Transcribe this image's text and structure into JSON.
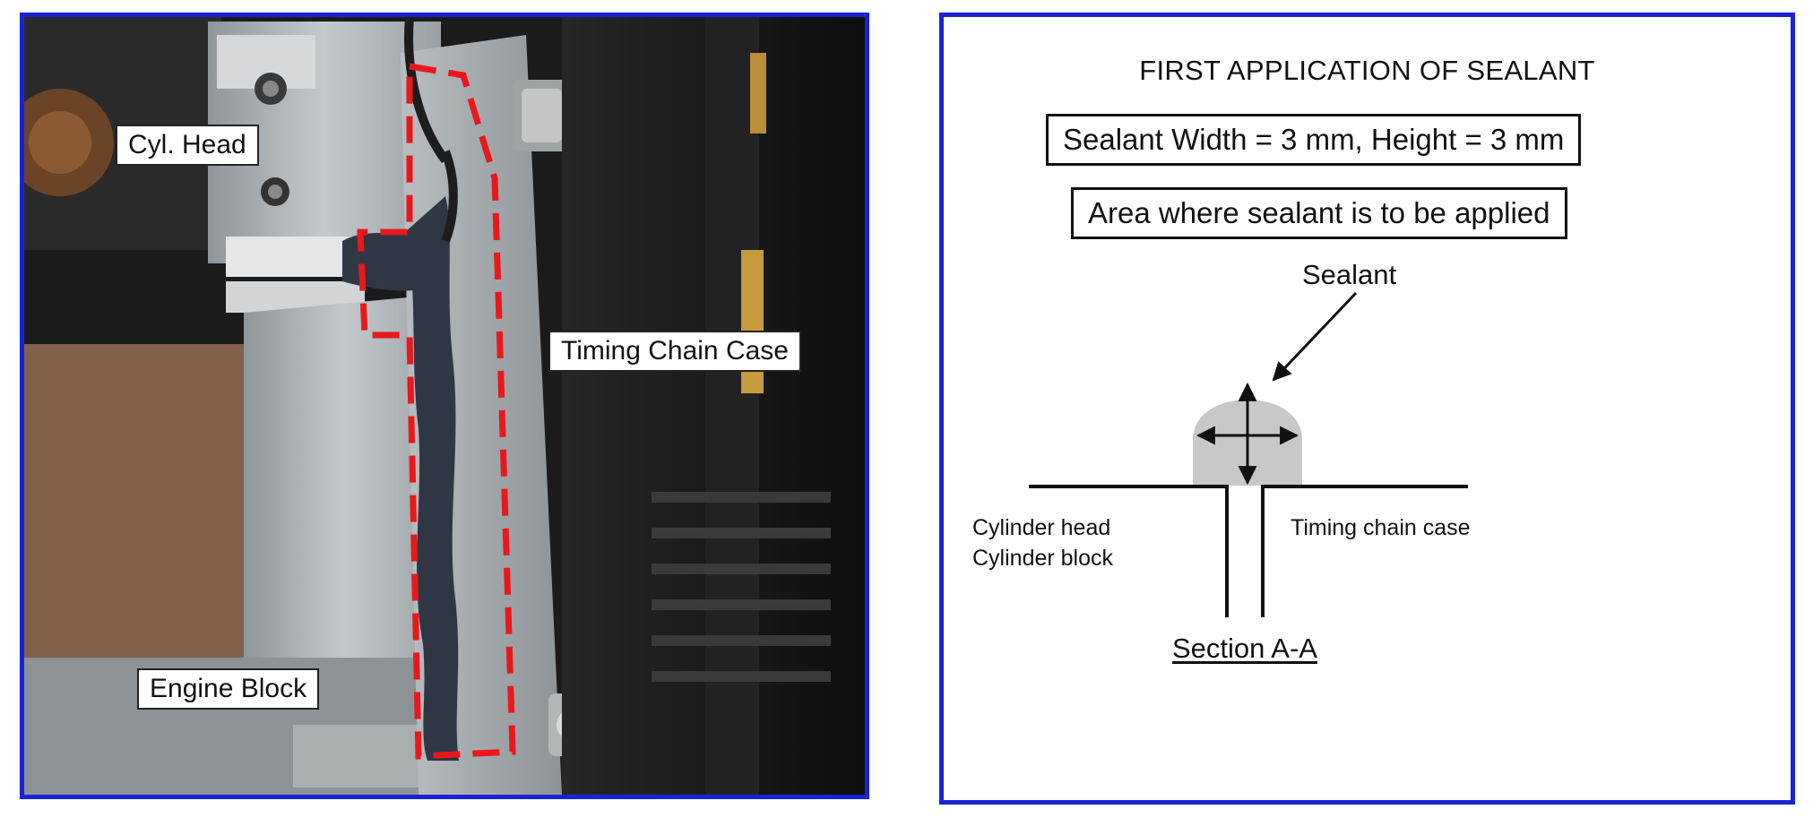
{
  "photo": {
    "labels": {
      "cyl_head": "Cyl. Head",
      "timing_chain_case": "Timing Chain Case",
      "engine_block": "Engine Block"
    },
    "highlight_color": "#e8181c"
  },
  "diagram": {
    "title": "FIRST APPLICATION OF SEALANT",
    "width_height_box": "Sealant Width = 3 mm, Height = 3 mm",
    "area_box": "Area where sealant is to be applied",
    "sealant_label": "Sealant",
    "cylinder_head": "Cylinder head",
    "cylinder_block": "Cylinder block",
    "timing_chain_case": "Timing chain case",
    "section": "Section A-A",
    "sealant_fill": "#c8c8c8"
  },
  "colors": {
    "panel_border": "#1a23d8"
  }
}
